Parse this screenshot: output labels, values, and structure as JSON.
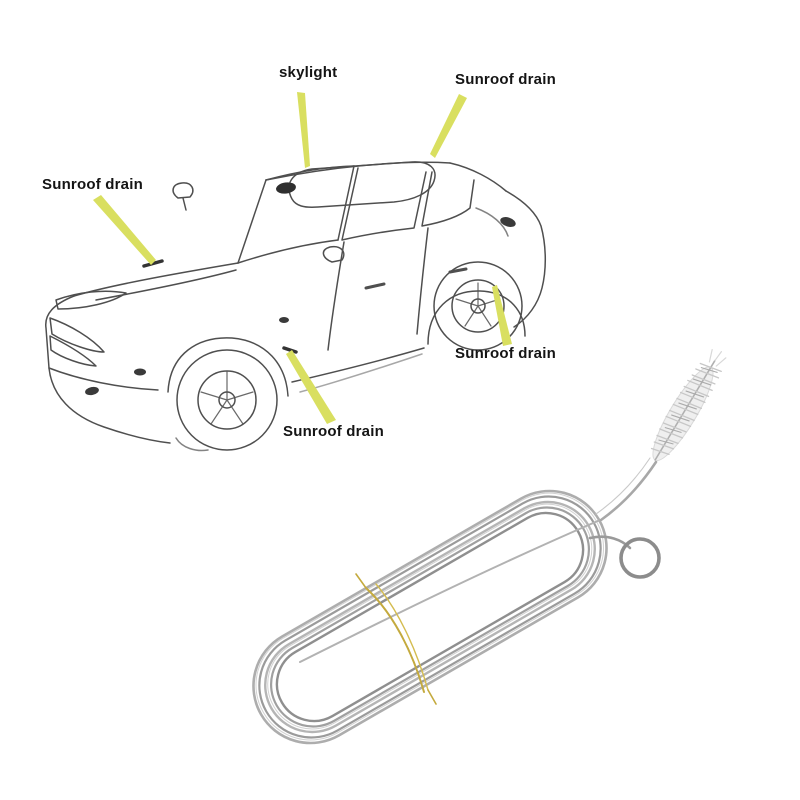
{
  "image": {
    "background": "#ffffff"
  },
  "diagram": {
    "labels": {
      "skylight": "skylight",
      "drain_top_right": "Sunroof drain",
      "drain_left": "Sunroof drain",
      "drain_bottom_right": "Sunroof drain",
      "drain_bottom_center": "Sunroof drain"
    },
    "arrow_color": "#d9df60",
    "line_color": "#4f4f4f"
  },
  "tool": {
    "wire_color": "#a6a6a6",
    "coil_alt_color": "#949494",
    "ring_color": "#8c8c8c",
    "brush_fill": "#efefef",
    "brush_hatch": "#c7c7c7",
    "tie_color": "#c4aa3e"
  }
}
